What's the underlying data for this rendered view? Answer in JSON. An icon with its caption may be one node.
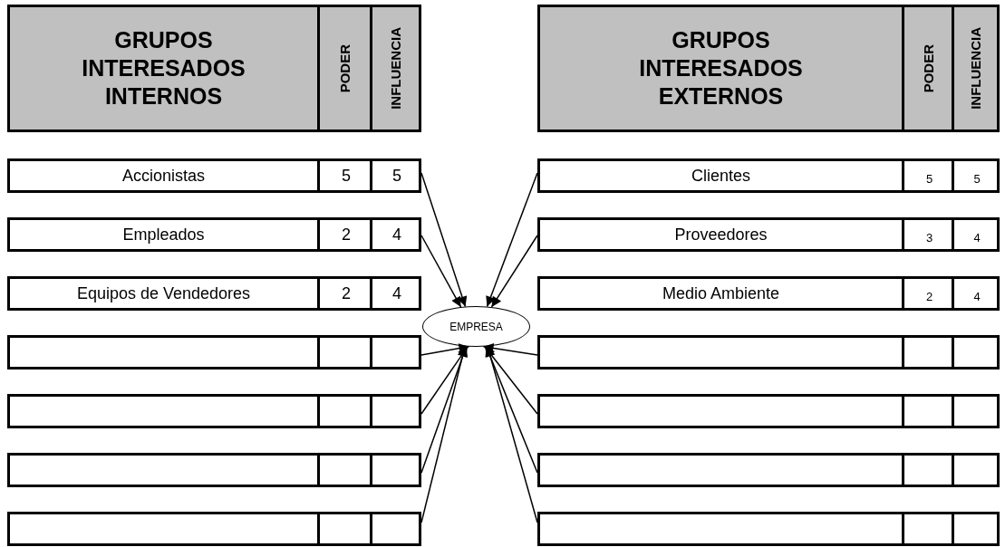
{
  "diagram": {
    "nodes": [
      {
        "text": [
          "GRUPOS INTERESADOS INTERNOS"
        ]
      },
      {
        "text": [
          "PODER"
        ]
      },
      {
        "text": [
          "INFLUENCIA"
        ]
      },
      {
        "text": [
          "GRUPOS INTERESADOS EXTERNOS"
        ]
      },
      {
        "text": [
          "PODER"
        ]
      },
      {
        "text": [
          "INFLUENCIA"
        ]
      },
      {
        "text": [
          "Accionistas",
          "5",
          "5"
        ]
      },
      {
        "text": [
          "Empleados",
          "2",
          "4"
        ]
      },
      {
        "text": [
          "Equipos de Vendedores",
          "2",
          "4"
        ]
      },
      {
        "text": [],
        "shape": "box"
      },
      {
        "text": [],
        "shape": "box"
      },
      {
        "text": [],
        "shape": "box"
      },
      {
        "text": [],
        "shape": "box"
      },
      {
        "text": [
          "Clientes",
          "5",
          "5"
        ]
      },
      {
        "text": [
          "Proveedores",
          "3",
          "4"
        ]
      },
      {
        "text": [
          "Medio Ambiente",
          "2",
          "4"
        ]
      },
      {
        "text": [],
        "shape": "box"
      },
      {
        "text": [],
        "shape": "box"
      },
      {
        "text": [],
        "shape": "box"
      },
      {
        "text": [],
        "shape": "box"
      },
      {
        "text": [
          "EMPRESA"
        ]
      }
    ],
    "edges": [
      {
        "from": 6,
        "to": 20,
        "arrow": "to"
      },
      {
        "from": 7,
        "to": 20,
        "arrow": "to"
      },
      {
        "from": 9,
        "to": 20,
        "arrow": "to"
      },
      {
        "from": 10,
        "to": 20,
        "arrow": "to"
      },
      {
        "from": 11,
        "to": 20,
        "arrow": "to"
      },
      {
        "from": 12,
        "to": 20,
        "arrow": "to"
      },
      {
        "from": 13,
        "to": 20,
        "arrow": "to"
      },
      {
        "from": 14,
        "to": 20,
        "arrow": "to"
      },
      {
        "from": 16,
        "to": 20,
        "arrow": "to"
      },
      {
        "from": 17,
        "to": 20,
        "arrow": "to"
      },
      {
        "from": 18,
        "to": 20,
        "arrow": "to"
      },
      {
        "from": 19,
        "to": 20,
        "arrow": "to"
      }
    ]
  }
}
